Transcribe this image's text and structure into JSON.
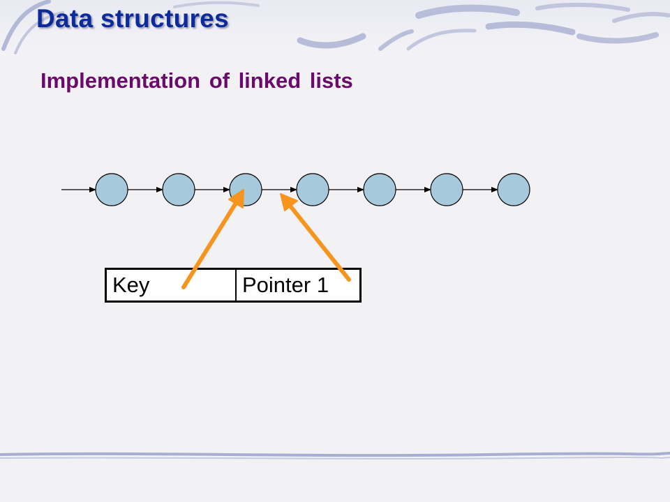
{
  "slide": {
    "title": "Data structures",
    "subtitle": "Implementation of  linked lists"
  },
  "linked_list": {
    "node_count": 7,
    "node_fill": "#a7c9dc",
    "pointed_node_index": 2
  },
  "node_record": {
    "fields": [
      {
        "label": "Key"
      },
      {
        "label": "Pointer 1"
      }
    ]
  },
  "colors": {
    "title": "#0b2a9c",
    "subtitle": "#6a0a6a",
    "arrow_highlight": "#f7941d",
    "swoosh": "#9aa2c8"
  }
}
